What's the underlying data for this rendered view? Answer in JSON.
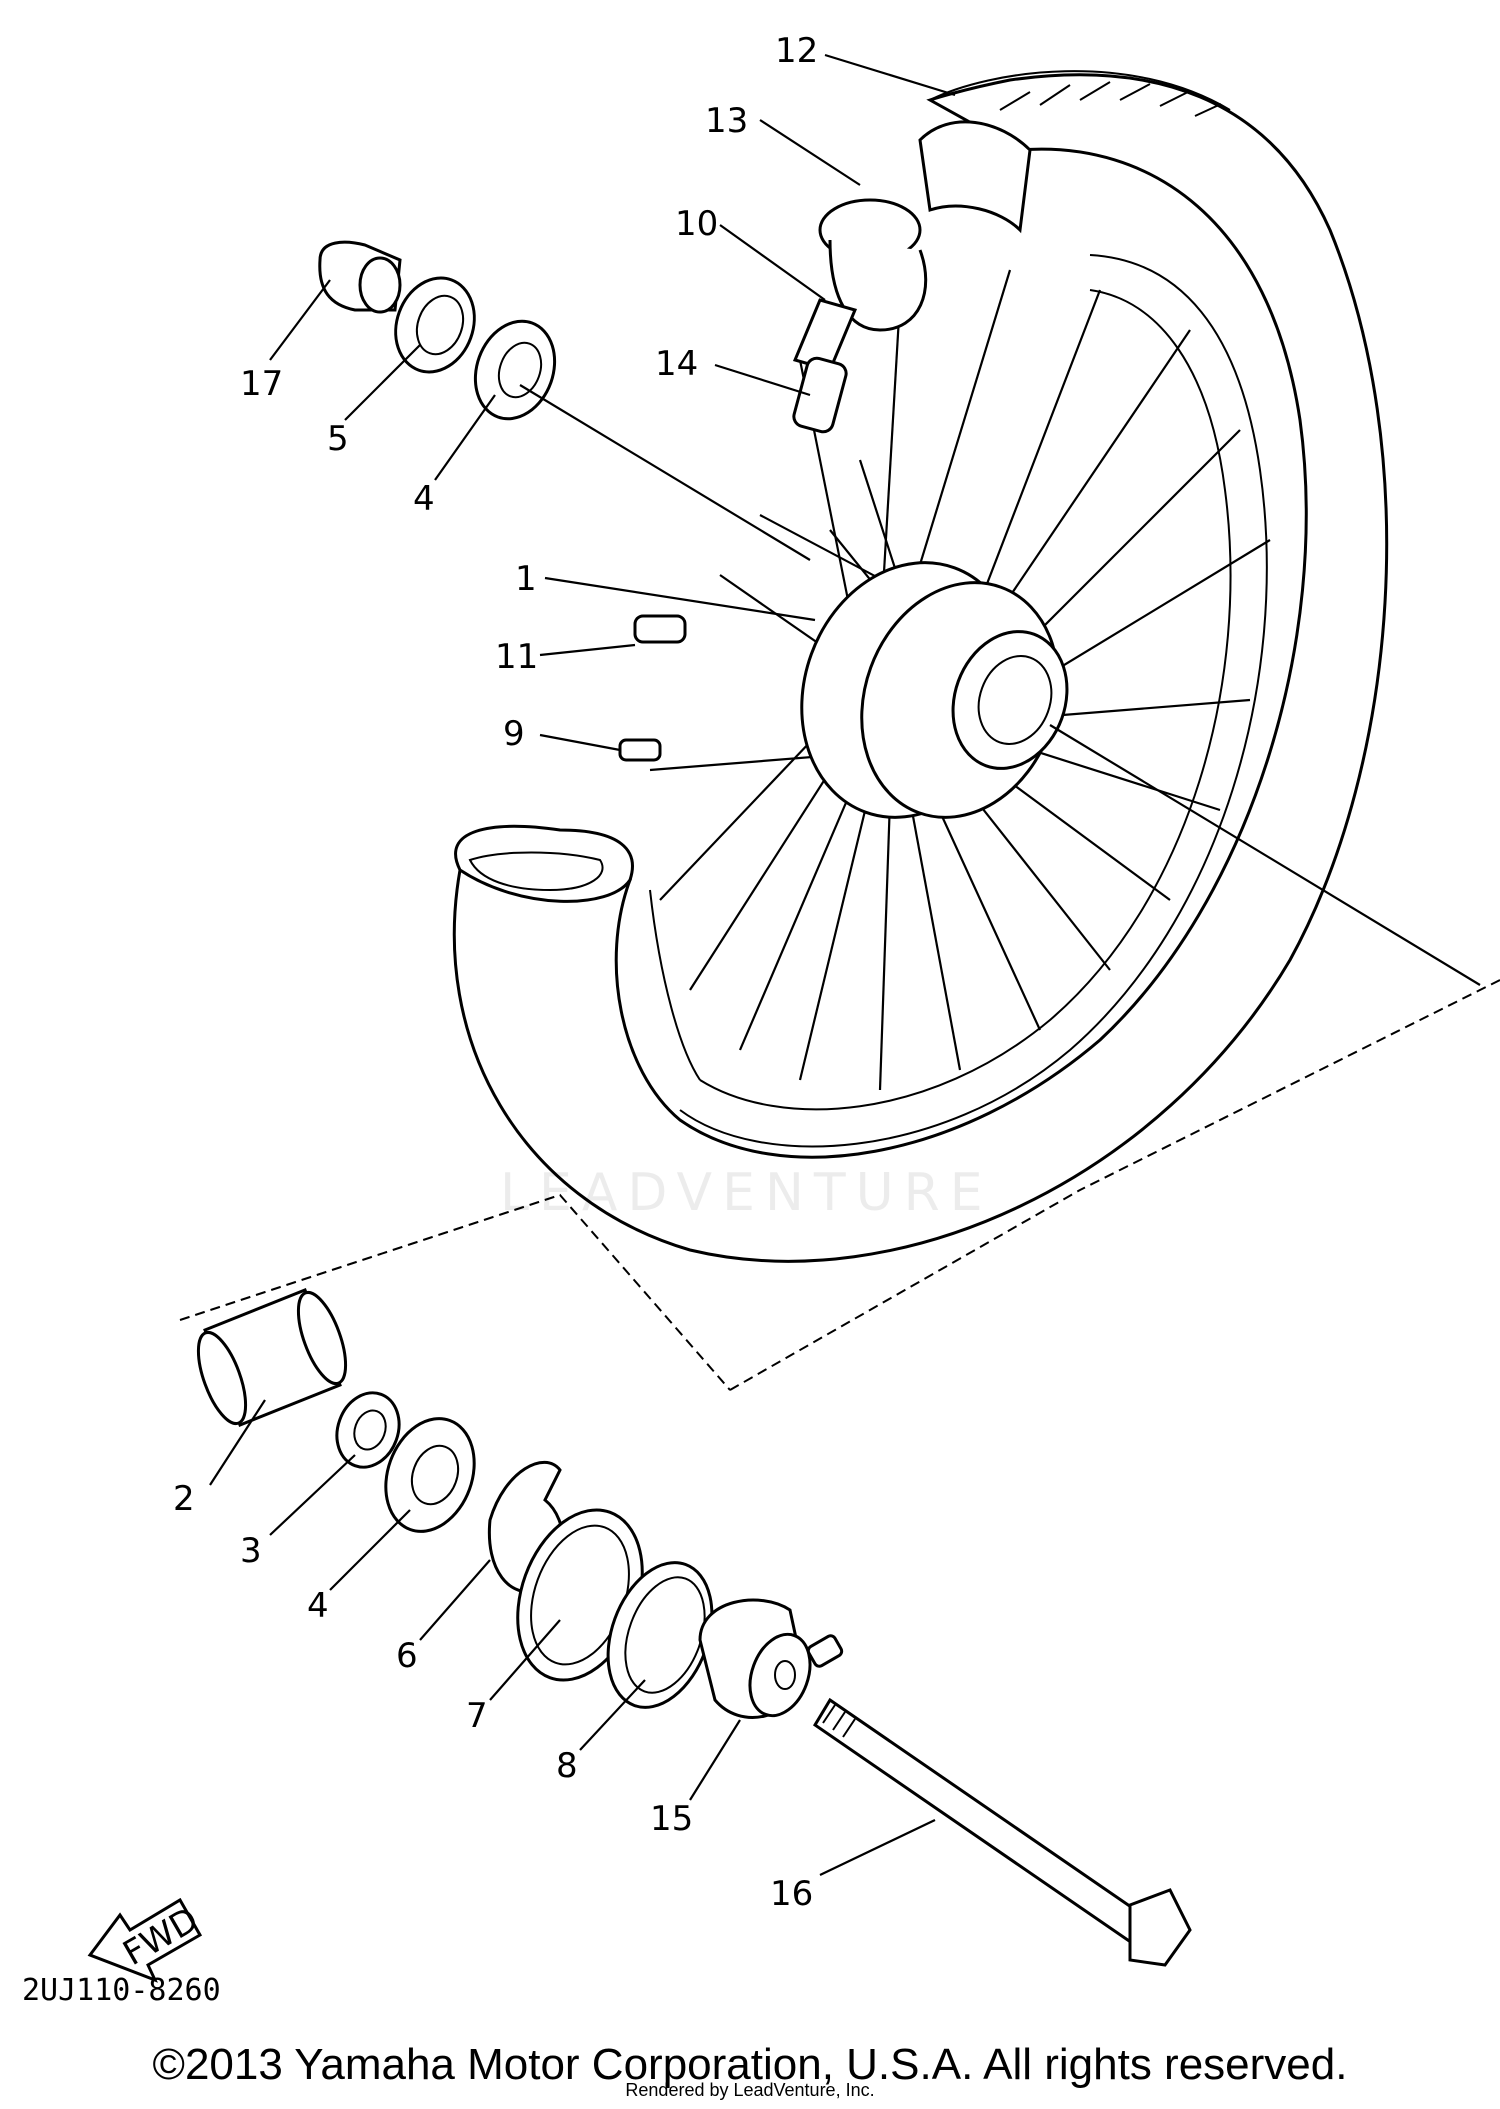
{
  "diagram": {
    "callouts": [
      "12",
      "13",
      "10",
      "14",
      "17",
      "5",
      "4",
      "1",
      "11",
      "9",
      "2",
      "3",
      "4",
      "6",
      "7",
      "8",
      "15",
      "16"
    ],
    "fwd_label": "FWD",
    "part_code": "2UJ110-8260",
    "watermark": "LEADVENTURE"
  },
  "footer": {
    "copyright": "©2013 Yamaha Motor Corporation, U.S.A. All rights reserved.",
    "rendered_by": "Rendered by LeadVenture, Inc."
  }
}
